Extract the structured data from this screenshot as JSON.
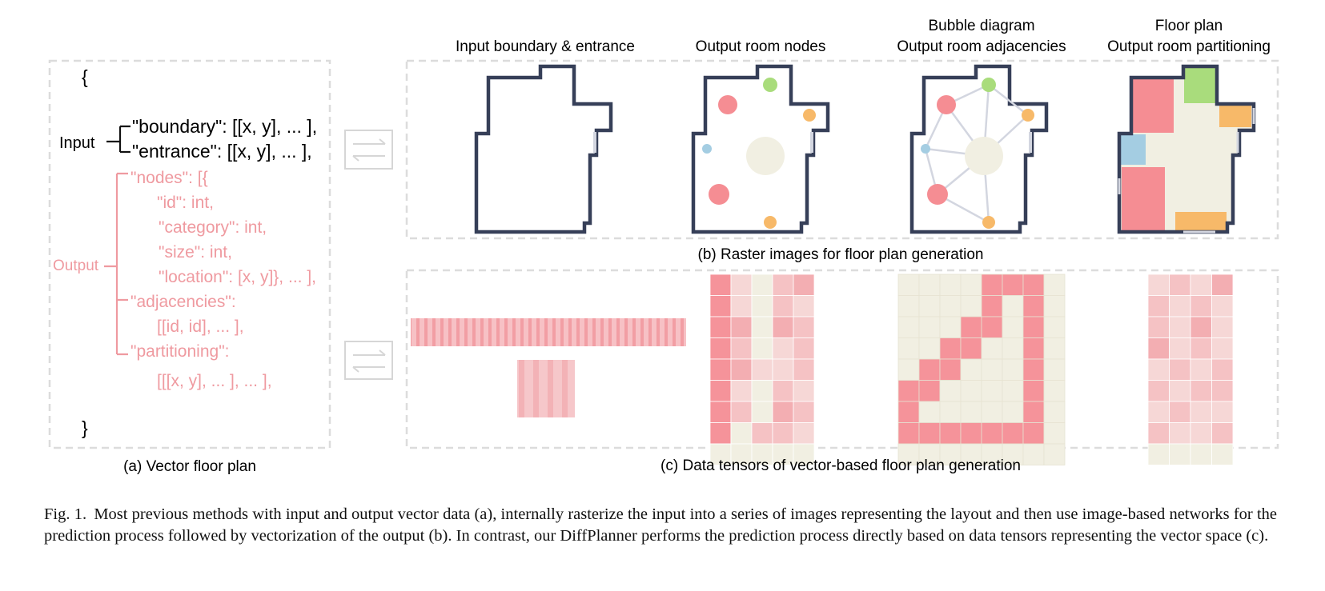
{
  "vector_panel": {
    "open_brace": "{",
    "close_brace": "}",
    "input_label": "Input",
    "output_label": "Output",
    "input_lines": [
      "\"boundary\": [[x, y], ... ],",
      "\"entrance\": [[x, y], ... ],"
    ],
    "output_lines": [
      "\"nodes\": [{",
      "\"id\": int,",
      "\"category\": int,",
      "\"size\": int,",
      "\"location\": [x, y]}, ... ],",
      "\"adjacencies\":",
      "[[id, id], ... ],",
      "\"partitioning\":",
      "[[[x, y], ... ], ... ],"
    ],
    "panel_label": "(a) Vector floor plan"
  },
  "raster_panel": {
    "titles": [
      [
        "Input boundary & entrance"
      ],
      [
        "Output  room nodes"
      ],
      [
        "Bubble diagram",
        "Output room adjacencies"
      ],
      [
        "Floor plan",
        "Output room partitioning"
      ]
    ],
    "panel_label": "(b) Raster images for floor plan generation"
  },
  "tensor_panel": {
    "panel_label": "(c) Data tensors of vector-based floor plan generation"
  },
  "colors": {
    "wall": "#363f58",
    "pink_text": "#ef9aa0",
    "red_room": "#f58d93",
    "green_room": "#a9dc7c",
    "orange_room": "#f7b969",
    "blue_room": "#a4cde2",
    "cream": "#f1efe2",
    "edge": "#d3d6e0",
    "dash": "#dcdcdc"
  },
  "caption": {
    "label": "Fig. 1.",
    "text": "Most previous methods with input and output vector data (a), internally rasterize the input into a series of images representing the layout and then use image-based networks for the prediction process followed by vectorization of the output (b). In contrast, our DiffPlanner performs the prediction process directly based on data tensors representing the vector space (c)."
  }
}
